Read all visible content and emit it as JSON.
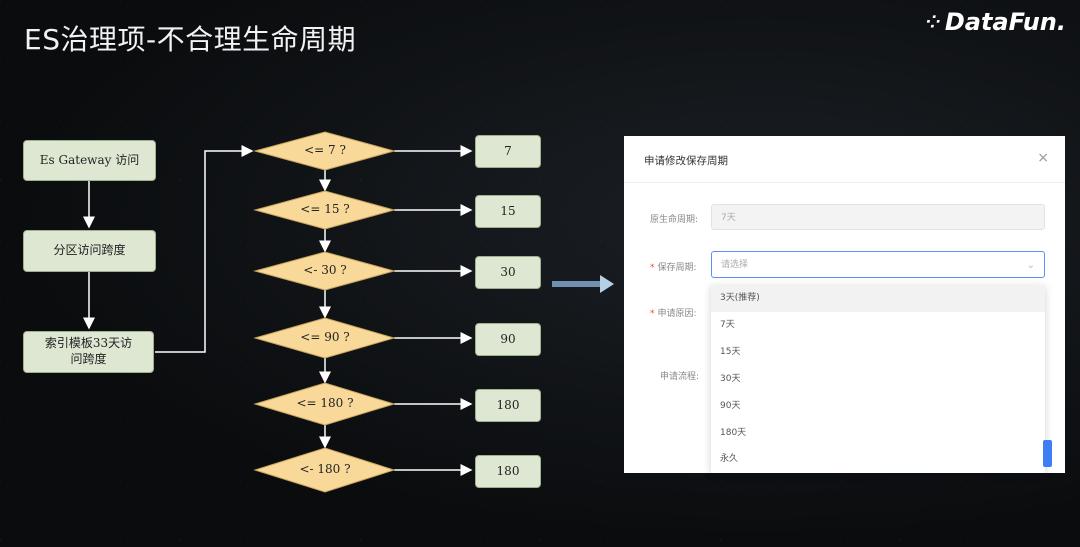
{
  "slide": {
    "title": "ES治理项-不合理生命周期",
    "brand": "DataFun.",
    "brand_icon": "dotted-cube-icon"
  },
  "flow": {
    "left_boxes": [
      "Es Gateway 访问",
      "分区访问跨度",
      "索引模板33天访问跨度"
    ],
    "decisions": [
      "<= 7 ?",
      "<= 15 ?",
      "<- 30 ?",
      "<= 90 ?",
      "<= 180 ?",
      "<- 180 ?"
    ],
    "results": [
      "7",
      "15",
      "30",
      "90",
      "180",
      "180"
    ]
  },
  "dialog": {
    "title": "申请修改保存周期",
    "close": "×",
    "original_label": "原生命周期:",
    "original_value": "7天",
    "retention_label": "保存周期:",
    "retention_placeholder": "请选择",
    "reason_label": "申请原因:",
    "process_label": "申请流程:",
    "options": [
      "3天(推荐)",
      "7天",
      "15天",
      "30天",
      "90天",
      "180天",
      "永久"
    ]
  },
  "colors": {
    "box_fill": "#dde7d1",
    "diamond_fill": "#f8d99a",
    "accent_blue": "#3d7ef5"
  }
}
